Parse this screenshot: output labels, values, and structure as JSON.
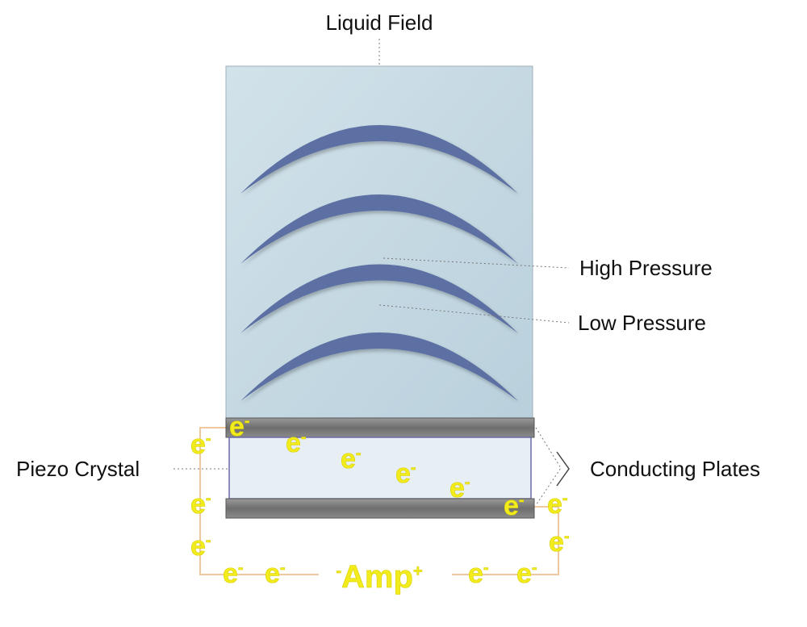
{
  "labels": {
    "liquid_field": "Liquid Field",
    "high_pressure": "High Pressure",
    "low_pressure": "Low Pressure",
    "piezo_crystal": "Piezo Crystal",
    "conducting_plates": "Conducting Plates",
    "amp": "Amp",
    "amp_minus": "-",
    "amp_plus": "+"
  },
  "electron": {
    "base": "e",
    "charge": "-"
  },
  "colors": {
    "liquid": "#c5dae5",
    "wave": "#5b6fa3",
    "plate": "#7b7b7b",
    "crystal": "#e8eff4",
    "electron": "#f2ec1c",
    "wire": "#f0c8a0"
  }
}
